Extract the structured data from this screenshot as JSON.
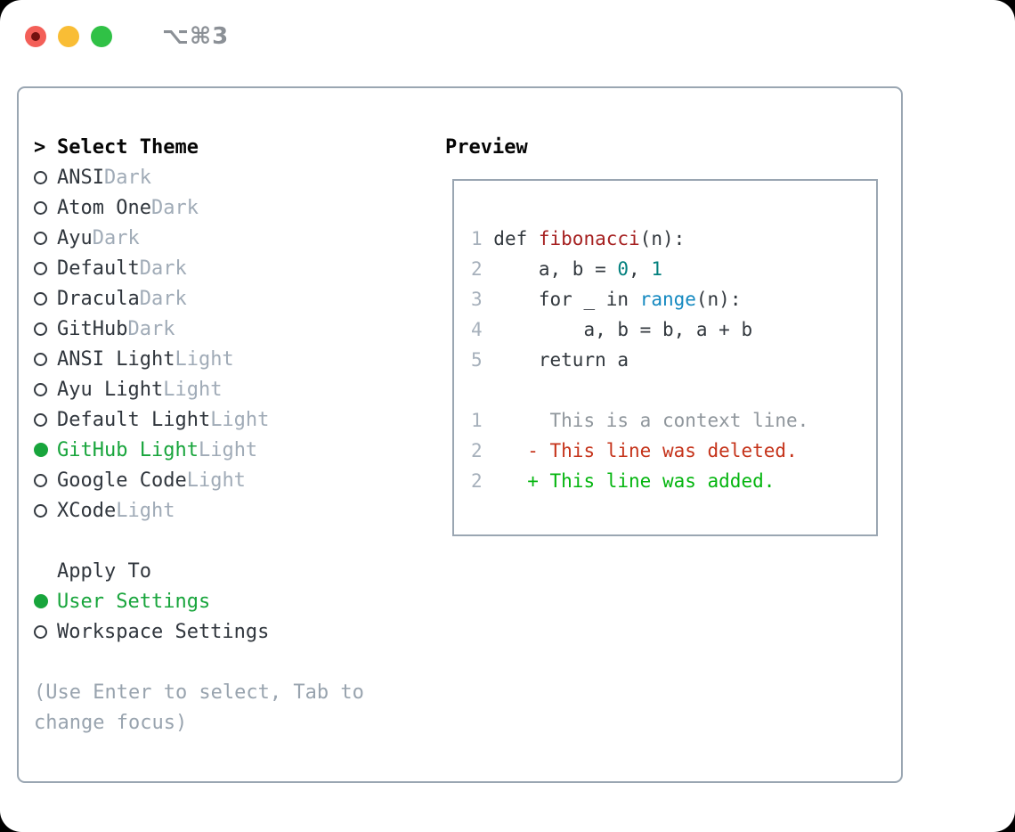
{
  "window": {
    "shortcut": "⌥⌘3",
    "traffic_lights": [
      "close",
      "minimize",
      "zoom"
    ]
  },
  "theme_picker": {
    "marker": ">",
    "title": "Select Theme",
    "items": [
      {
        "label": "ANSI",
        "tag": "Dark",
        "selected": false
      },
      {
        "label": "Atom One",
        "tag": "Dark",
        "selected": false
      },
      {
        "label": "Ayu",
        "tag": "Dark",
        "selected": false
      },
      {
        "label": "Default",
        "tag": "Dark",
        "selected": false
      },
      {
        "label": "Dracula",
        "tag": "Dark",
        "selected": false
      },
      {
        "label": "GitHub",
        "tag": "Dark",
        "selected": false
      },
      {
        "label": "ANSI Light",
        "tag": "Light",
        "selected": false
      },
      {
        "label": "Ayu Light",
        "tag": "Light",
        "selected": false
      },
      {
        "label": "Default Light",
        "tag": "Light",
        "selected": false
      },
      {
        "label": "GitHub Light",
        "tag": "Light",
        "selected": true
      },
      {
        "label": "Google Code",
        "tag": "Light",
        "selected": false
      },
      {
        "label": "XCode",
        "tag": "Light",
        "selected": false
      }
    ]
  },
  "apply_to": {
    "title": "Apply To",
    "options": [
      {
        "label": "User Settings",
        "selected": true
      },
      {
        "label": "Workspace Settings",
        "selected": false
      }
    ]
  },
  "help_lines": [
    "(Use Enter to select, Tab to",
    "change focus)"
  ],
  "preview": {
    "title": "Preview",
    "lines": [
      {
        "num": "1",
        "tokens": [
          {
            "t": " def ",
            "c": "plain"
          },
          {
            "t": "fibonacci",
            "c": "title"
          },
          {
            "t": "(n):",
            "c": "plain"
          }
        ]
      },
      {
        "num": "2",
        "tokens": [
          {
            "t": "     a, b = ",
            "c": "plain"
          },
          {
            "t": "0",
            "c": "number"
          },
          {
            "t": ", ",
            "c": "plain"
          },
          {
            "t": "1",
            "c": "number"
          }
        ]
      },
      {
        "num": "3",
        "tokens": [
          {
            "t": "     for _ in ",
            "c": "plain"
          },
          {
            "t": "range",
            "c": "builtin"
          },
          {
            "t": "(n):",
            "c": "plain"
          }
        ]
      },
      {
        "num": "4",
        "tokens": [
          {
            "t": "         a, b = b, a + b",
            "c": "plain"
          }
        ]
      },
      {
        "num": "5",
        "tokens": [
          {
            "t": "     return a",
            "c": "plain"
          }
        ]
      },
      {
        "num": "",
        "tokens": []
      },
      {
        "num": "1",
        "tokens": [
          {
            "t": "      This is a context line.",
            "c": "context"
          }
        ]
      },
      {
        "num": "2",
        "tokens": [
          {
            "t": "    - This line was deleted.",
            "c": "deletion"
          }
        ]
      },
      {
        "num": "2",
        "tokens": [
          {
            "t": "    + This line was added.",
            "c": "addition"
          }
        ]
      }
    ]
  },
  "colors": {
    "accent_green": "#18a53c",
    "traffic_red": "#f35f58",
    "traffic_yellow": "#f9bd35",
    "traffic_green": "#30c146",
    "border_gray": "#9aa6b2",
    "tag_gray": "#a0abb7",
    "help_gray": "#98a3ae",
    "syntax_title_red": "#a62121",
    "syntax_number_teal": "#03807e",
    "syntax_builtin_blue": "#1489c0",
    "diff_context_gray": "#8f969c",
    "diff_deleted_red": "#c5331a",
    "diff_added_green": "#04b50f"
  }
}
